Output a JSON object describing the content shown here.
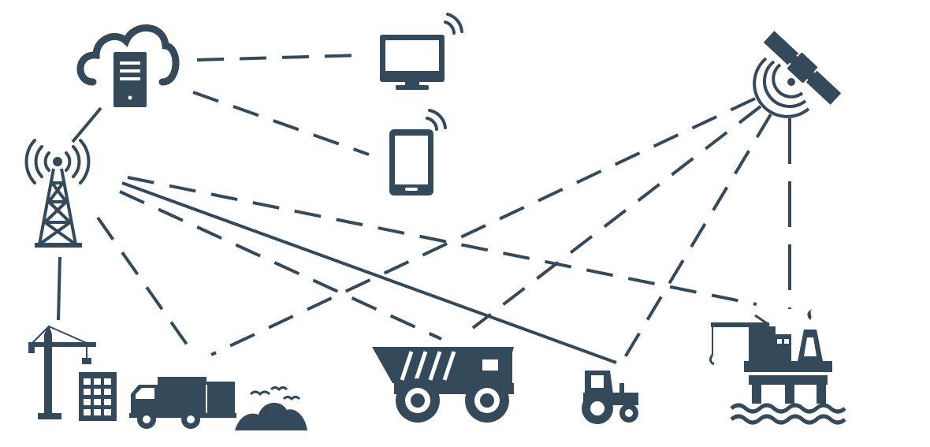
{
  "diagram": {
    "icon_color": "#34495a",
    "background": "#ffffff",
    "nodes": [
      {
        "id": "cloud-server",
        "icon": "cloud-server-icon"
      },
      {
        "id": "monitor",
        "icon": "wireless-monitor-icon"
      },
      {
        "id": "tablet",
        "icon": "wireless-tablet-icon"
      },
      {
        "id": "radio-tower",
        "icon": "radio-tower-icon"
      },
      {
        "id": "satellite",
        "icon": "satellite-icon"
      },
      {
        "id": "construction-site",
        "icon": "construction-crane-building-icon"
      },
      {
        "id": "garbage-truck",
        "icon": "garbage-truck-icon"
      },
      {
        "id": "waste-pile",
        "icon": "waste-pile-icon"
      },
      {
        "id": "mining-truck",
        "icon": "mining-dump-truck-icon"
      },
      {
        "id": "tractor",
        "icon": "tractor-icon"
      },
      {
        "id": "oil-platform",
        "icon": "offshore-oil-platform-icon"
      }
    ],
    "links": [
      {
        "from": "cloud-server",
        "to": "monitor",
        "style": "dashed"
      },
      {
        "from": "cloud-server",
        "to": "tablet",
        "style": "dashed"
      },
      {
        "from": "cloud-server",
        "to": "radio-tower",
        "style": "solid"
      },
      {
        "from": "radio-tower",
        "to": "construction-site",
        "style": "solid"
      },
      {
        "from": "radio-tower",
        "to": "garbage-truck",
        "style": "dashed"
      },
      {
        "from": "radio-tower",
        "to": "mining-truck",
        "style": "solid"
      },
      {
        "from": "radio-tower",
        "to": "tractor",
        "style": "solid"
      },
      {
        "from": "radio-tower",
        "to": "oil-platform",
        "style": "dashed"
      },
      {
        "from": "satellite",
        "to": "garbage-truck",
        "style": "dashed"
      },
      {
        "from": "satellite",
        "to": "mining-truck",
        "style": "dashed"
      },
      {
        "from": "satellite",
        "to": "tractor",
        "style": "dashed"
      },
      {
        "from": "satellite",
        "to": "oil-platform",
        "style": "dashed"
      }
    ]
  }
}
